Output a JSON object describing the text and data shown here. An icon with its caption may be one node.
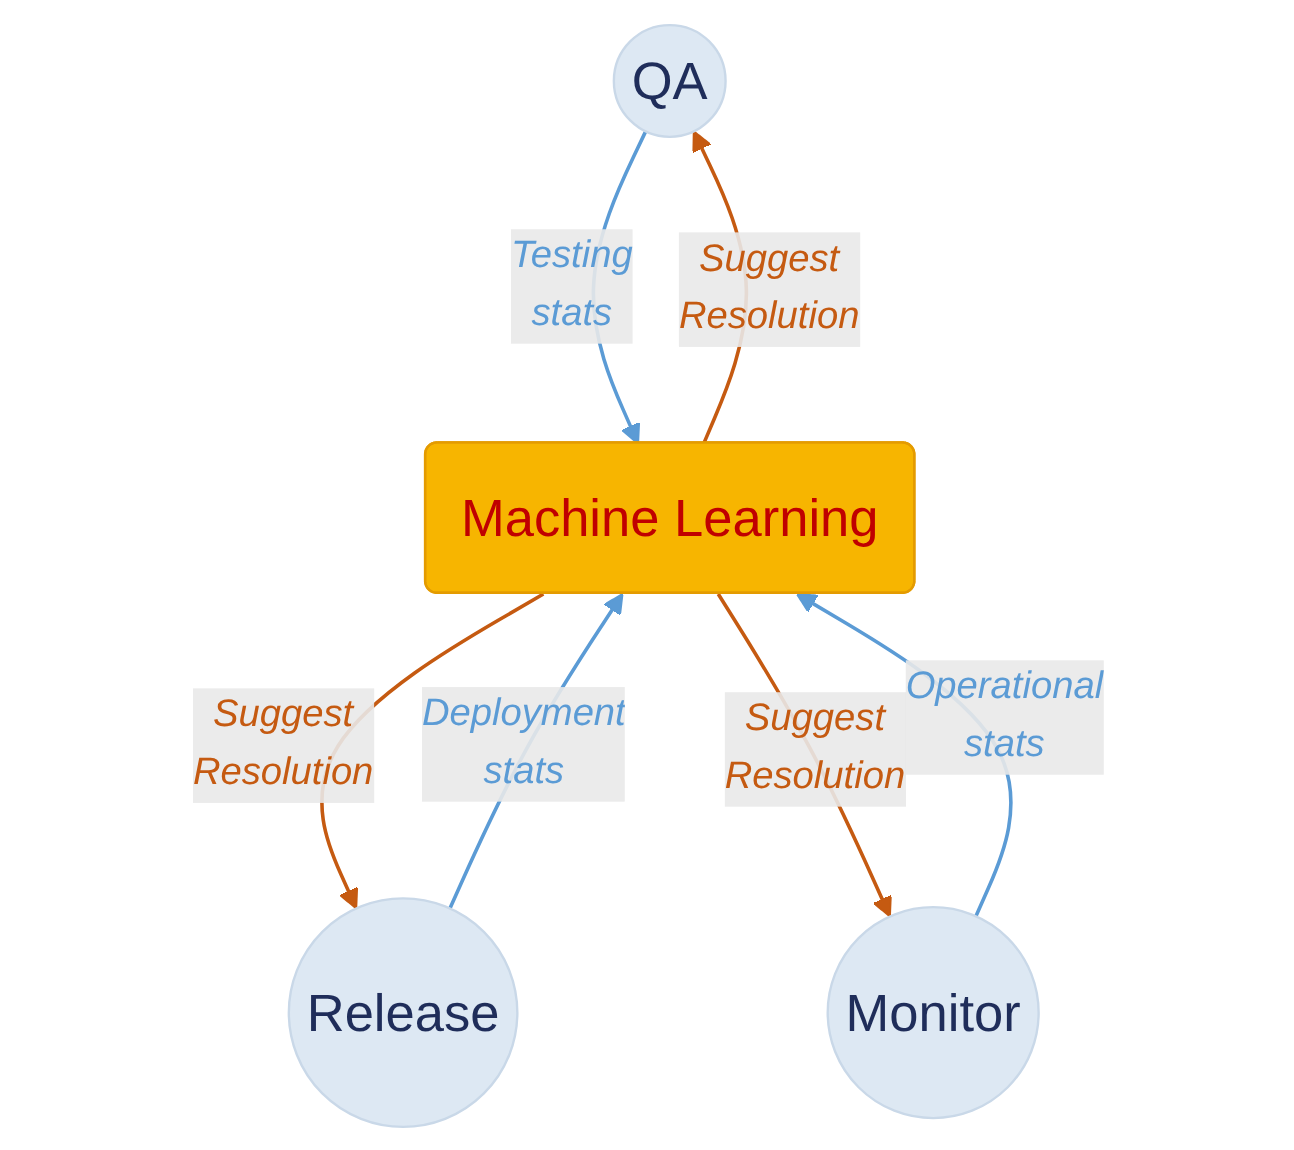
{
  "diagram": {
    "nodes": [
      {
        "text": [
          "QA"
        ]
      },
      {
        "text": [
          "Machine Learning"
        ]
      },
      {
        "text": [
          "Release"
        ]
      },
      {
        "text": [
          "Monitor"
        ]
      }
    ],
    "edges": [
      {
        "from": 1,
        "to": 0,
        "arrow": "to",
        "label": "Suggest Resolution",
        "color": "#c55a11"
      },
      {
        "from": 0,
        "to": 1,
        "arrow": "to",
        "label": "Testing stats",
        "color": "#5b9bd5"
      },
      {
        "from": 1,
        "to": 2,
        "arrow": "to",
        "label": "Suggest Resolution",
        "color": "#c55a11"
      },
      {
        "from": 2,
        "to": 1,
        "arrow": "to",
        "label": "Deployment stats",
        "color": "#5b9bd5"
      },
      {
        "from": 1,
        "to": 3,
        "arrow": "to",
        "label": "Suggest Resolution",
        "color": "#c55a11"
      },
      {
        "from": 3,
        "to": 1,
        "arrow": "to",
        "label": "Operational stats",
        "color": "#5b9bd5"
      }
    ]
  }
}
